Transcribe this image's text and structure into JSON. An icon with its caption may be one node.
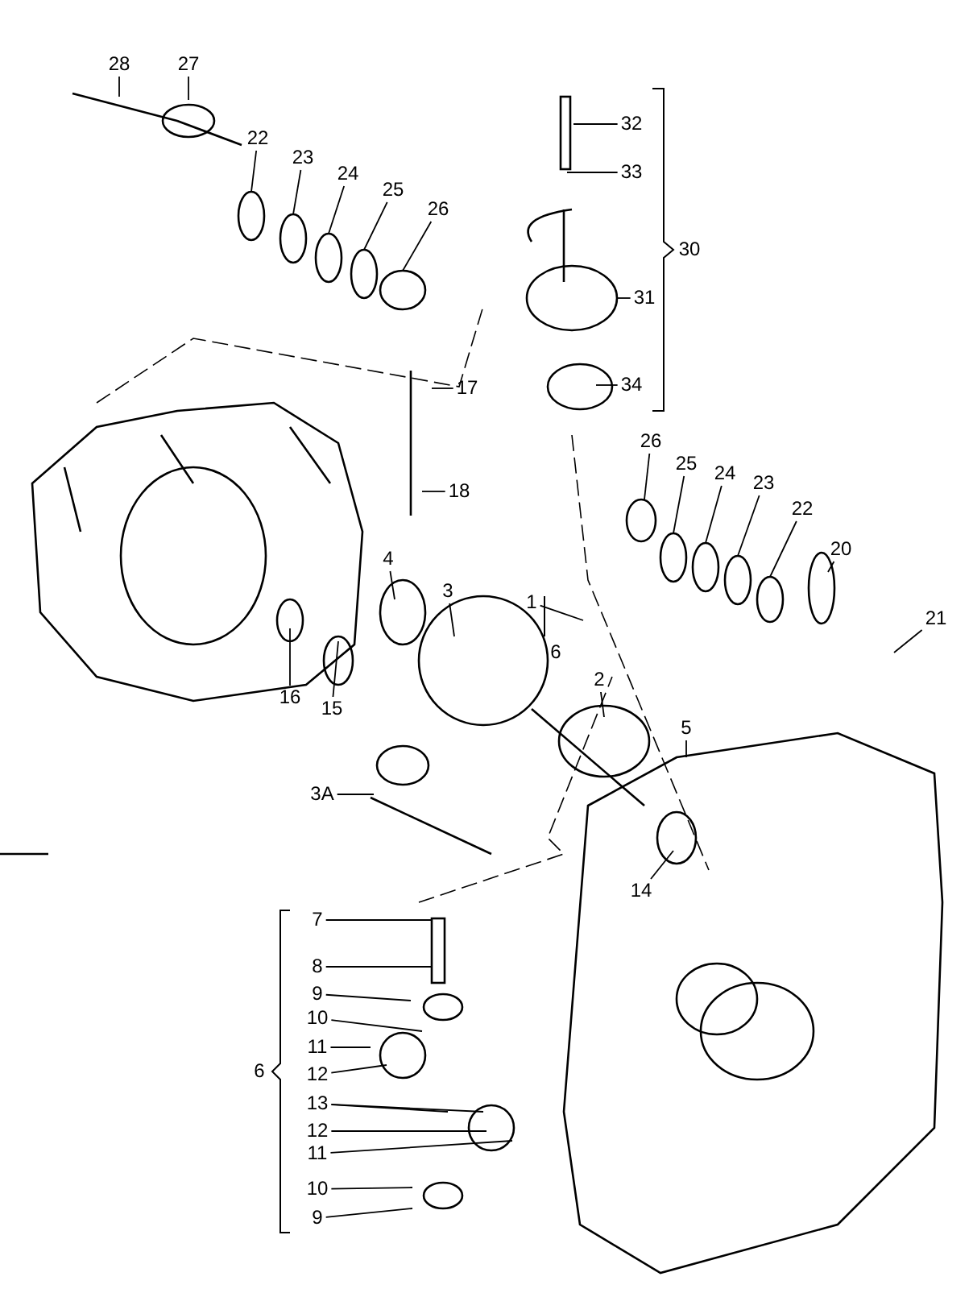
{
  "diagram": {
    "nodes": [
      {
        "text": [
          "28"
        ]
      },
      {
        "text": [
          "27"
        ]
      },
      {
        "text": [
          "22"
        ]
      },
      {
        "text": [
          "23"
        ]
      },
      {
        "text": [
          "24"
        ]
      },
      {
        "text": [
          "25"
        ]
      },
      {
        "text": [
          "26"
        ]
      },
      {
        "text": [
          "32"
        ]
      },
      {
        "text": [
          "33"
        ]
      },
      {
        "text": [
          "31"
        ]
      },
      {
        "text": [
          "34"
        ]
      },
      {
        "text": [
          "17"
        ]
      },
      {
        "text": [
          "18"
        ]
      },
      {
        "text": [
          "26"
        ]
      },
      {
        "text": [
          "25"
        ]
      },
      {
        "text": [
          "24"
        ]
      },
      {
        "text": [
          "23"
        ]
      },
      {
        "text": [
          "22"
        ]
      },
      {
        "text": [
          "20"
        ]
      },
      {
        "text": [
          "21"
        ]
      },
      {
        "text": [
          "4"
        ]
      },
      {
        "text": [
          "3"
        ]
      },
      {
        "text": [
          "1"
        ]
      },
      {
        "text": [
          "16"
        ]
      },
      {
        "text": [
          "15"
        ]
      },
      {
        "text": [
          "2"
        ]
      },
      {
        "text": [
          "5"
        ]
      },
      {
        "text": [
          "3A"
        ]
      },
      {
        "text": [
          "14"
        ]
      },
      {
        "text": [
          "7"
        ]
      },
      {
        "text": [
          "8"
        ]
      },
      {
        "text": [
          "9"
        ]
      },
      {
        "text": [
          "10"
        ]
      },
      {
        "text": [
          "11"
        ]
      },
      {
        "text": [
          "12"
        ]
      },
      {
        "text": [
          "13"
        ]
      },
      {
        "text": [
          "12"
        ]
      },
      {
        "text": [
          "11"
        ]
      },
      {
        "text": [
          "10"
        ]
      },
      {
        "text": [
          "9"
        ]
      }
    ],
    "edges": [
      {
        "from": 0,
        "to": null,
        "arrow": "none"
      },
      {
        "from": 1,
        "to": null,
        "arrow": "none"
      },
      {
        "from": 2,
        "to": null,
        "arrow": "none"
      },
      {
        "from": 3,
        "to": null,
        "arrow": "none"
      },
      {
        "from": 4,
        "to": null,
        "arrow": "none"
      },
      {
        "from": 5,
        "to": null,
        "arrow": "none"
      },
      {
        "from": 6,
        "to": null,
        "arrow": "none"
      },
      {
        "from": 7,
        "to": null,
        "arrow": "none"
      },
      {
        "from": 8,
        "to": null,
        "arrow": "none"
      },
      {
        "from": 9,
        "to": null,
        "arrow": "none"
      },
      {
        "from": 10,
        "to": null,
        "arrow": "none"
      },
      {
        "from": 11,
        "to": null,
        "arrow": "none"
      },
      {
        "from": 12,
        "to": null,
        "arrow": "none"
      },
      {
        "from": 13,
        "to": null,
        "arrow": "none"
      },
      {
        "from": 14,
        "to": null,
        "arrow": "none"
      },
      {
        "from": 15,
        "to": null,
        "arrow": "none"
      },
      {
        "from": 16,
        "to": null,
        "arrow": "none"
      },
      {
        "from": 17,
        "to": null,
        "arrow": "none"
      },
      {
        "from": 18,
        "to": null,
        "arrow": "none"
      },
      {
        "from": 19,
        "to": null,
        "arrow": "none"
      },
      {
        "from": 20,
        "to": null,
        "arrow": "none"
      },
      {
        "from": 21,
        "to": null,
        "arrow": "none"
      },
      {
        "from": 22,
        "to": null,
        "arrow": "none"
      },
      {
        "from": 23,
        "to": null,
        "arrow": "none"
      },
      {
        "from": 24,
        "to": null,
        "arrow": "none"
      },
      {
        "from": 25,
        "to": null,
        "arrow": "none"
      },
      {
        "from": 26,
        "to": null,
        "arrow": "none"
      },
      {
        "from": 27,
        "to": null,
        "arrow": "none"
      },
      {
        "from": 28,
        "to": null,
        "arrow": "none"
      },
      {
        "from": 29,
        "to": null,
        "arrow": "none"
      },
      {
        "from": 30,
        "to": null,
        "arrow": "none"
      },
      {
        "from": 31,
        "to": null,
        "arrow": "none"
      },
      {
        "from": 32,
        "to": null,
        "arrow": "none"
      },
      {
        "from": 33,
        "to": null,
        "arrow": "none"
      },
      {
        "from": 34,
        "to": null,
        "arrow": "none"
      },
      {
        "from": 35,
        "to": null,
        "arrow": "none"
      },
      {
        "from": 35,
        "to": null,
        "arrow": "none"
      },
      {
        "from": 36,
        "to": null,
        "arrow": "none"
      },
      {
        "from": 37,
        "to": null,
        "arrow": "none"
      },
      {
        "from": 38,
        "to": null,
        "arrow": "none"
      },
      {
        "from": 39,
        "to": null,
        "arrow": "none"
      }
    ],
    "labels": [
      "30",
      "6",
      "6"
    ]
  }
}
